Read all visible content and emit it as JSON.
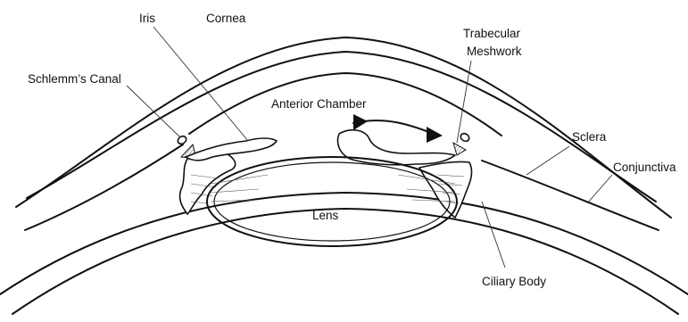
{
  "diagram": {
    "labels": {
      "iris": "Iris",
      "cornea": "Cornea",
      "schlemms_canal": "Schlemm’s Canal",
      "anterior_chamber": "Anterior Chamber",
      "trabecular_line1": "Trabecular",
      "trabecular_line2": "Meshwork",
      "sclera": "Sclera",
      "conjunctiva": "Conjunctiva",
      "lens": "Lens",
      "ciliary_body": "Ciliary Body"
    },
    "colors": {
      "ink": "#111111",
      "background": "#ffffff"
    }
  }
}
